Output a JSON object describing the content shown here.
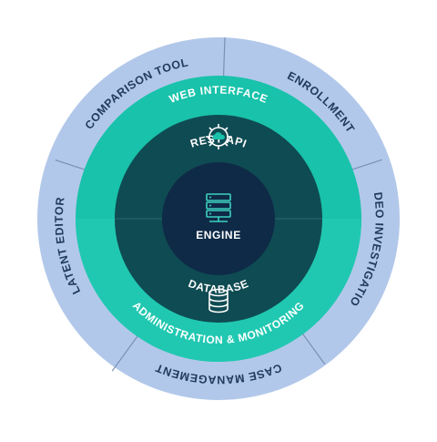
{
  "colors": {
    "outer_ring": "#b2c8ea",
    "outer_dividers": "#7a8fb4",
    "middle_ring": "#19c2aa",
    "middle_ring_lower": "#22c9b1",
    "core": "#0f4b52",
    "core_divider": "#2a6b70",
    "center": "#0e2a47",
    "outer_text": "#1f3a5a",
    "light_text": "#ffffff"
  },
  "outer_ring": {
    "modules": [
      {
        "label": "COMPARISON TOOL"
      },
      {
        "label": "ENROLLMENT"
      },
      {
        "label": "VIDEO INVESTIGATION"
      },
      {
        "label": "CASE MANAGEMENT"
      },
      {
        "label": "LATENT EDITOR"
      }
    ]
  },
  "middle_ring": {
    "top_label": "WEB INTERFACE",
    "bottom_label": "ADMINISTRATION & MONITORING"
  },
  "core": {
    "top_label": "REST API",
    "top_icon": "gear-cloud-icon",
    "bottom_label": "DATABASE",
    "bottom_icon": "database-icon"
  },
  "center": {
    "label": "ENGINE",
    "icon": "server-icon"
  }
}
